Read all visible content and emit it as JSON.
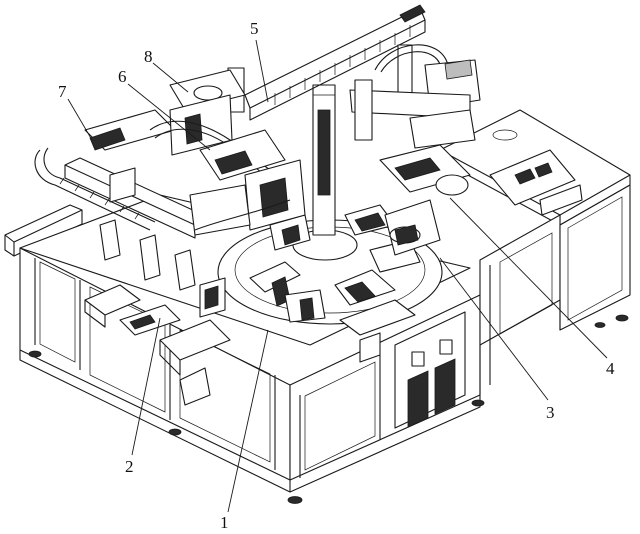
{
  "figure": {
    "labels": [
      {
        "id": "part-1",
        "text": "1"
      },
      {
        "id": "part-2",
        "text": "2"
      },
      {
        "id": "part-3",
        "text": "3"
      },
      {
        "id": "part-4",
        "text": "4"
      },
      {
        "id": "part-5",
        "text": "5"
      },
      {
        "id": "part-6",
        "text": "6"
      },
      {
        "id": "part-7",
        "text": "7"
      },
      {
        "id": "part-8",
        "text": "8"
      }
    ],
    "line_color": "#1a1a1a",
    "background": "#ffffff"
  }
}
